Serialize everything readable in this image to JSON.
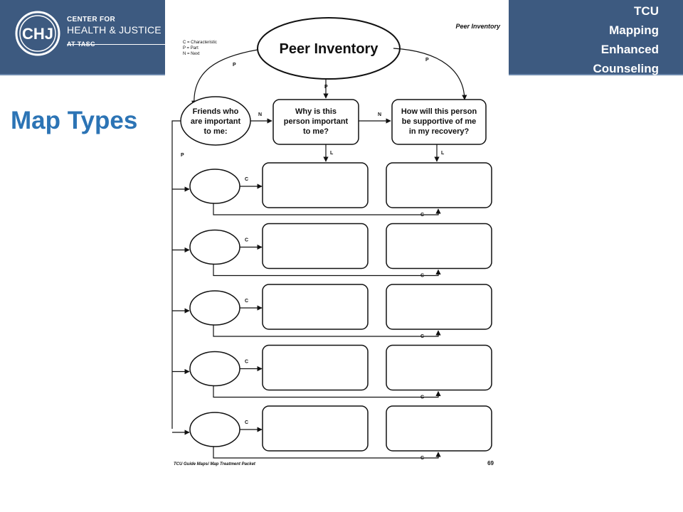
{
  "header": {
    "logo": {
      "monogram": "CHJ",
      "line1": "CENTER FOR",
      "line2": "HEALTH & JUSTICE",
      "line3": "AT TASC"
    },
    "title_lines": [
      "TCU",
      "Mapping",
      "Enhanced",
      "Counseling"
    ]
  },
  "page_heading": "Map Types",
  "worksheet": {
    "header_title": "Peer Inventory",
    "legend": [
      "C = Characteristic",
      "P = Part",
      "N = Next"
    ],
    "central_node": "Peer Inventory",
    "node_friends": [
      "Friends who",
      "are important",
      "to me:"
    ],
    "node_why": [
      "Why is this",
      "person important",
      "to me?"
    ],
    "node_how": [
      "How will this person",
      "be supportive of me",
      "in my recovery?"
    ],
    "link_labels": {
      "part": "P",
      "next": "N",
      "link": "L",
      "characteristic": "C"
    },
    "row_count": 5,
    "footer_left": "TCU Guide Maps/ Map Treatment Packet",
    "footer_page": "69"
  }
}
